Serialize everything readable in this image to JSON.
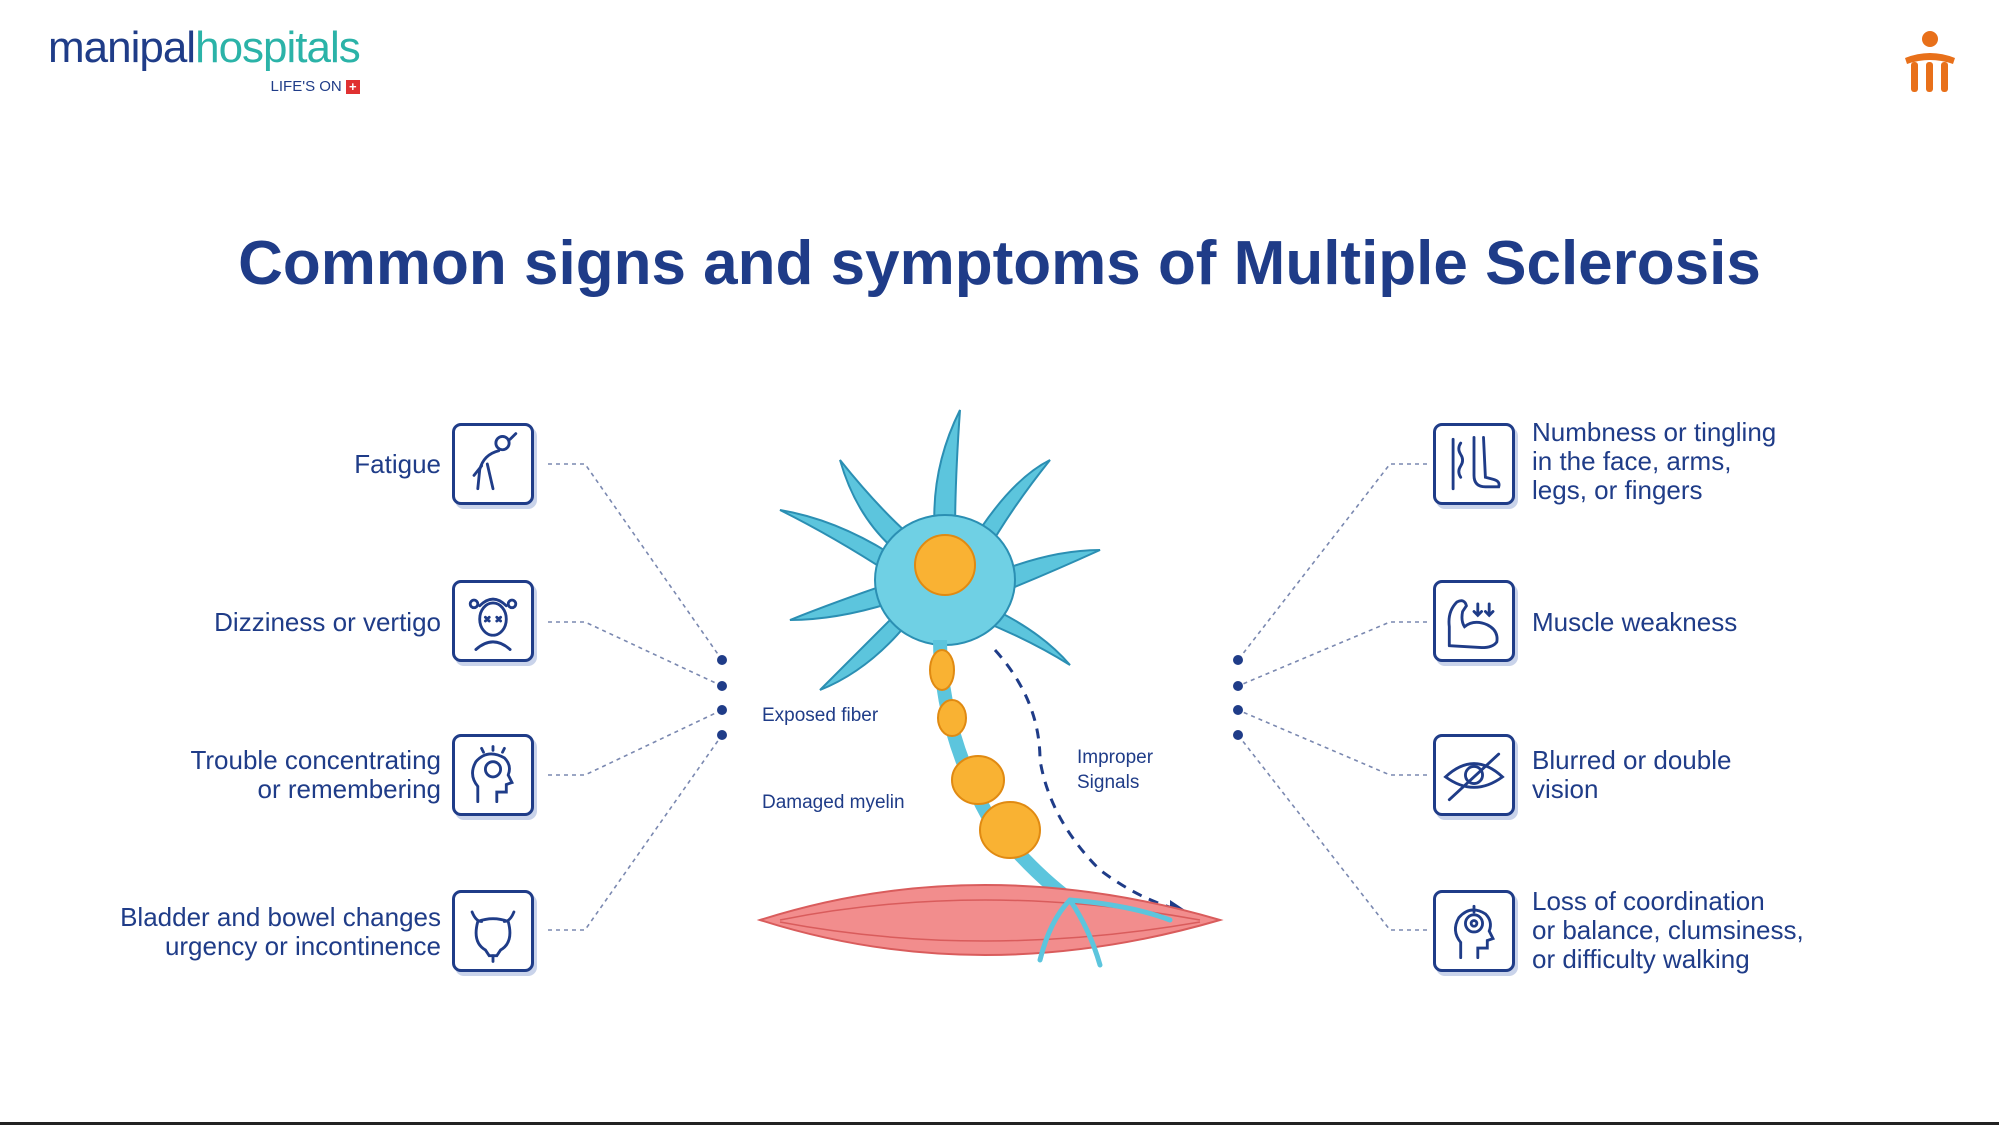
{
  "brand": {
    "name_part1": "manipal",
    "name_part2": "hospitals",
    "tagline": "LIFE'S ON",
    "colors": {
      "navy": "#1f3c88",
      "teal": "#2bb3a8",
      "orange": "#e8701a",
      "red": "#e03131"
    }
  },
  "title": "Common signs and symptoms of Multiple Sclerosis",
  "symptoms_left": [
    {
      "label": "Fatigue",
      "icon": "fatigue-icon"
    },
    {
      "label": "Dizziness or vertigo",
      "icon": "dizziness-icon"
    },
    {
      "label": "Trouble concentrating\nor remembering",
      "icon": "brain-head-icon"
    },
    {
      "label": "Bladder and bowel changes\nurgency or incontinence",
      "icon": "bladder-icon"
    }
  ],
  "symptoms_right": [
    {
      "label": "Numbness or tingling\nin the face, arms,\nlegs, or fingers",
      "icon": "tingling-foot-icon"
    },
    {
      "label": "Muscle weakness",
      "icon": "weak-arm-icon"
    },
    {
      "label": "Blurred or double\nvision",
      "icon": "eye-crossed-icon"
    },
    {
      "label": "Loss of coordination\nor balance, clumsiness,\nor difficulty walking",
      "icon": "balance-head-icon"
    }
  ],
  "diagram_labels": {
    "exposed_fiber": "Exposed fiber",
    "damaged_myelin": "Damaged myelin",
    "improper_signals": "Improper\nSignals"
  }
}
